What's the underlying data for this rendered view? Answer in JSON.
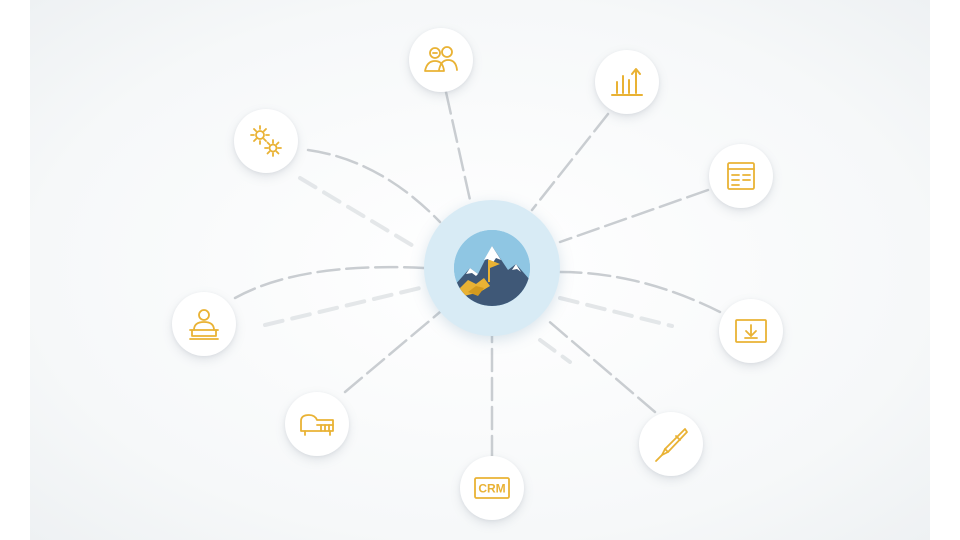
{
  "diagram": {
    "hub": {
      "icon": "mountain-summit-flag-icon"
    },
    "nodes": [
      {
        "id": "team",
        "icon": "team-people-icon"
      },
      {
        "id": "growth-chart",
        "icon": "bar-chart-growth-icon"
      },
      {
        "id": "dashboard",
        "icon": "dashboard-window-icon"
      },
      {
        "id": "download",
        "icon": "download-box-icon"
      },
      {
        "id": "tools",
        "icon": "pen-tool-icon"
      },
      {
        "id": "crm",
        "icon": "crm-box-icon",
        "label": "CRM"
      },
      {
        "id": "piano",
        "icon": "piano-icon"
      },
      {
        "id": "user-desk",
        "icon": "user-desk-icon"
      },
      {
        "id": "settings",
        "icon": "gears-icon"
      }
    ],
    "colors": {
      "accent": "#e9b234",
      "hub_ring": "#d8ebf5",
      "mountain": "#3f5877",
      "sky": "#8fc6e3",
      "line": "#c9cdd1"
    }
  }
}
